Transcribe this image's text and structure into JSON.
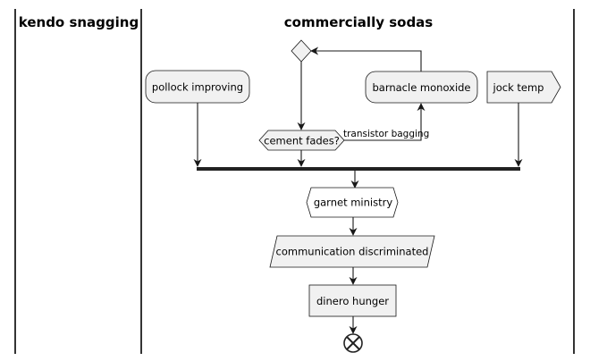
{
  "swimlanes": [
    {
      "title": "kendo snagging"
    },
    {
      "title": "commercially sodas"
    }
  ],
  "nodes": {
    "pollock": {
      "label": "pollock improving"
    },
    "barnacle": {
      "label": "barnacle monoxide"
    },
    "jock": {
      "label": "jock temp"
    },
    "decision": {
      "label": "cement fades?"
    },
    "garnet": {
      "label": "garnet ministry"
    },
    "communication": {
      "label": "communication discriminated"
    },
    "dinero": {
      "label": "dinero hunger"
    }
  },
  "edges": {
    "transistor": {
      "label": "transistor bagging"
    }
  }
}
